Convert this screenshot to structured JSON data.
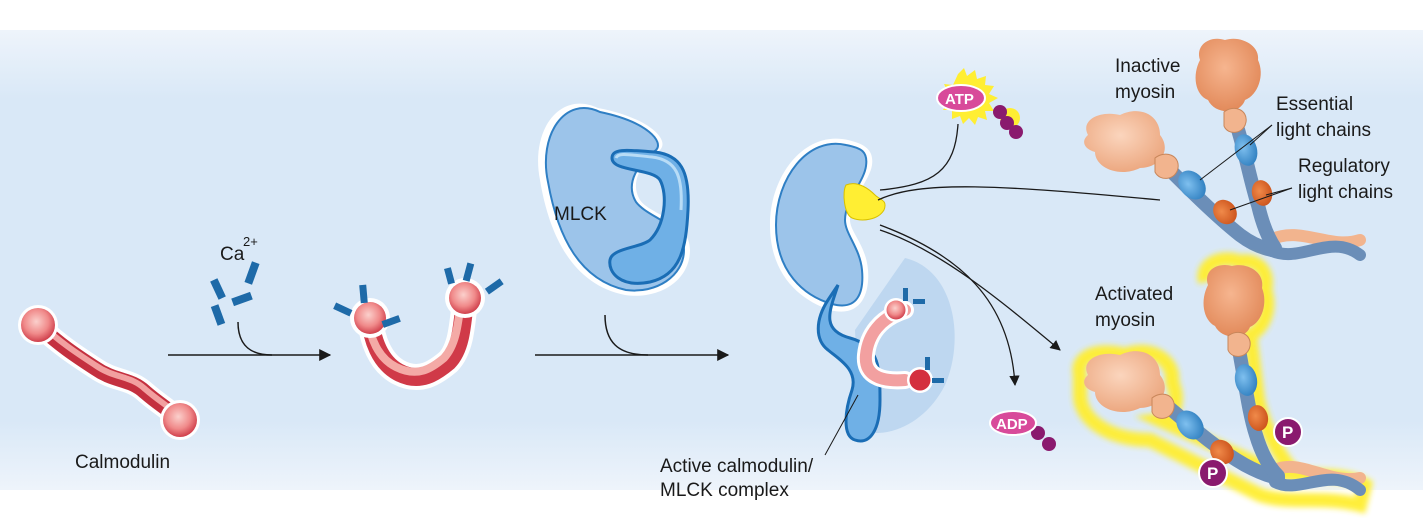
{
  "labels": {
    "calmodulin": "Calmodulin",
    "calcium": "Ca",
    "calcium_charge": "2+",
    "mlck": "MLCK",
    "complex_line1": "Active calmodulin/",
    "complex_line2": "MLCK complex",
    "atp": "ATP",
    "adp": "ADP",
    "inactive_line1": "Inactive",
    "inactive_line2": "myosin",
    "essential_line1": "Essential",
    "essential_line2": "light chains",
    "regulatory_line1": "Regulatory",
    "regulatory_line2": "light chains",
    "activated_line1": "Activated",
    "activated_line2": "myosin",
    "phosphate": "P"
  },
  "colors": {
    "background_panel": "#d9e8f7",
    "calmodulin": "#e8707a",
    "calmodulin_dark": "#c4303f",
    "mlck_fill": "#9cc4ea",
    "mlck_stroke": "#2f7fc4",
    "calcium_ion": "#1e6aa8",
    "myosin_head": "#f2b48e",
    "myosin_head_dark": "#e8935d",
    "light_chain_essential": "#3b8fd0",
    "light_chain_regulatory": "#e0662a",
    "phosphate": "#8a1a6e",
    "atp_label": "#d84a9a",
    "highlight": "#ffee33"
  }
}
